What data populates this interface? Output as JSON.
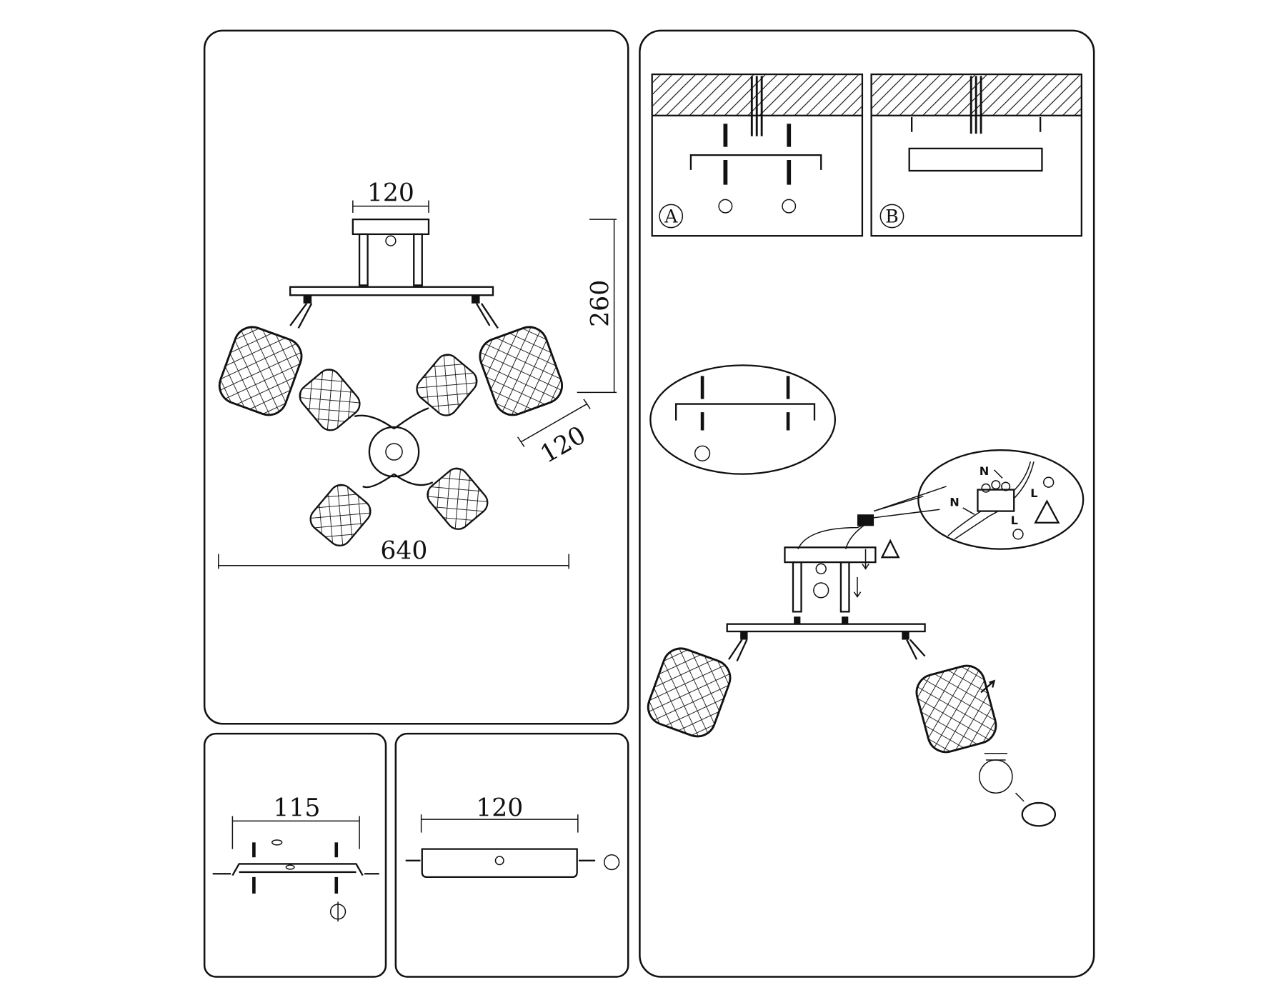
{
  "overview": {
    "canopy_width": "120",
    "height": "260",
    "depth": "120",
    "total_width": "640"
  },
  "bracket_detail": {
    "width": "115"
  },
  "canopy_detail": {
    "width": "120"
  },
  "mounting": {
    "option_a": "A",
    "option_b": "B"
  },
  "wiring": {
    "neutral_1": "N",
    "live_1": "L",
    "neutral_2": "N",
    "live_2": "L"
  },
  "colors": {
    "line": "#111111",
    "background": "#ffffff"
  }
}
